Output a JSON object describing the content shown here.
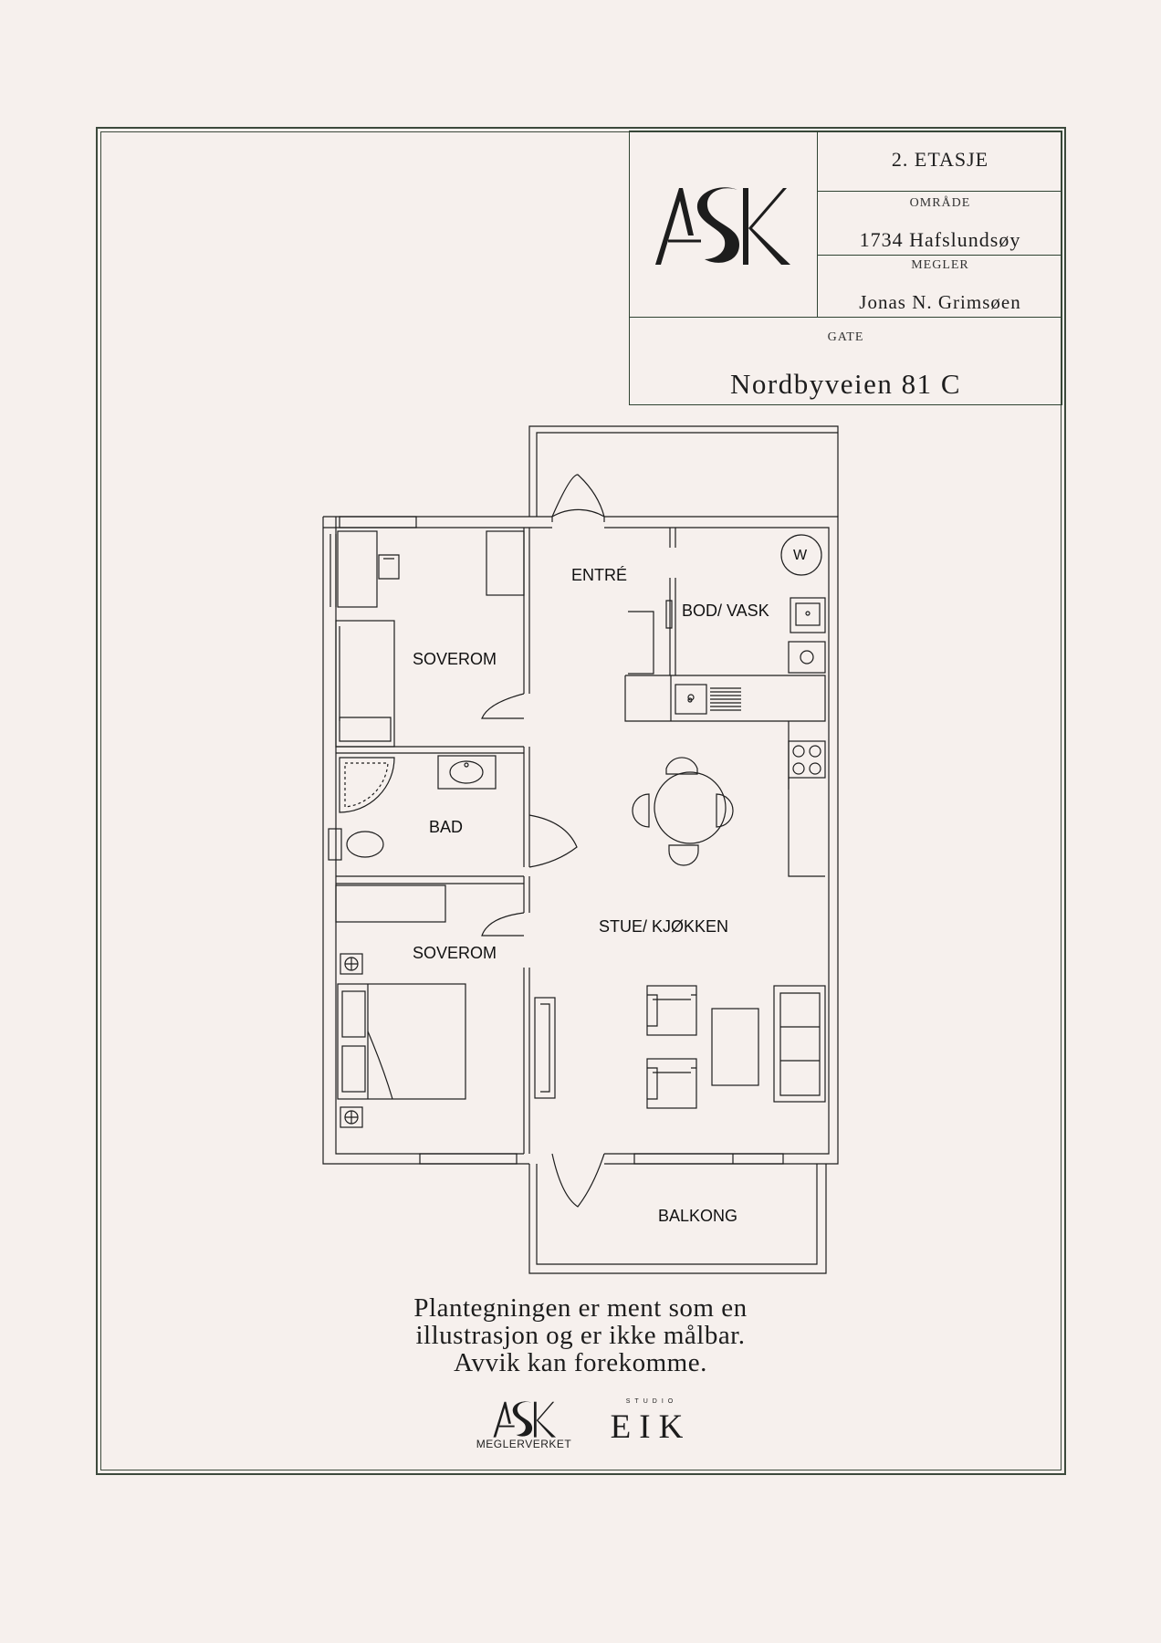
{
  "title_block": {
    "floor": "2. ETASJE",
    "area_label": "OMRÅDE",
    "area_value": "1734 Hafslundsøy",
    "broker_label": "MEGLER",
    "broker_value": "Jonas N. Grimsøen",
    "street_label": "GATE",
    "street_value": "Nordbyveien 81 C"
  },
  "logo": {
    "text": "ASK",
    "icon": "ask-logo"
  },
  "rooms": {
    "entry": "ENTRÉ",
    "storage": "BOD/ VASK",
    "washer": "W",
    "bedroom1": "SOVEROM",
    "bathroom": "BAD",
    "living": "STUE/ KJØKKEN",
    "bedroom2": "SOVEROM",
    "balcony": "BALKONG"
  },
  "disclaimer": {
    "line1": "Plantegningen er ment som en",
    "line2": "illustrasjon og er ikke målbar.",
    "line3": "Avvik kan forekomme."
  },
  "footer_logos": {
    "ask_text": "ASK",
    "ask_sub": "MEGLERVERKET",
    "studio_small": "STUDIO",
    "studio_main": "EIK"
  },
  "colors": {
    "background": "#f6f0ed",
    "frame": "#2f4332",
    "line": "#1d1d1d"
  }
}
